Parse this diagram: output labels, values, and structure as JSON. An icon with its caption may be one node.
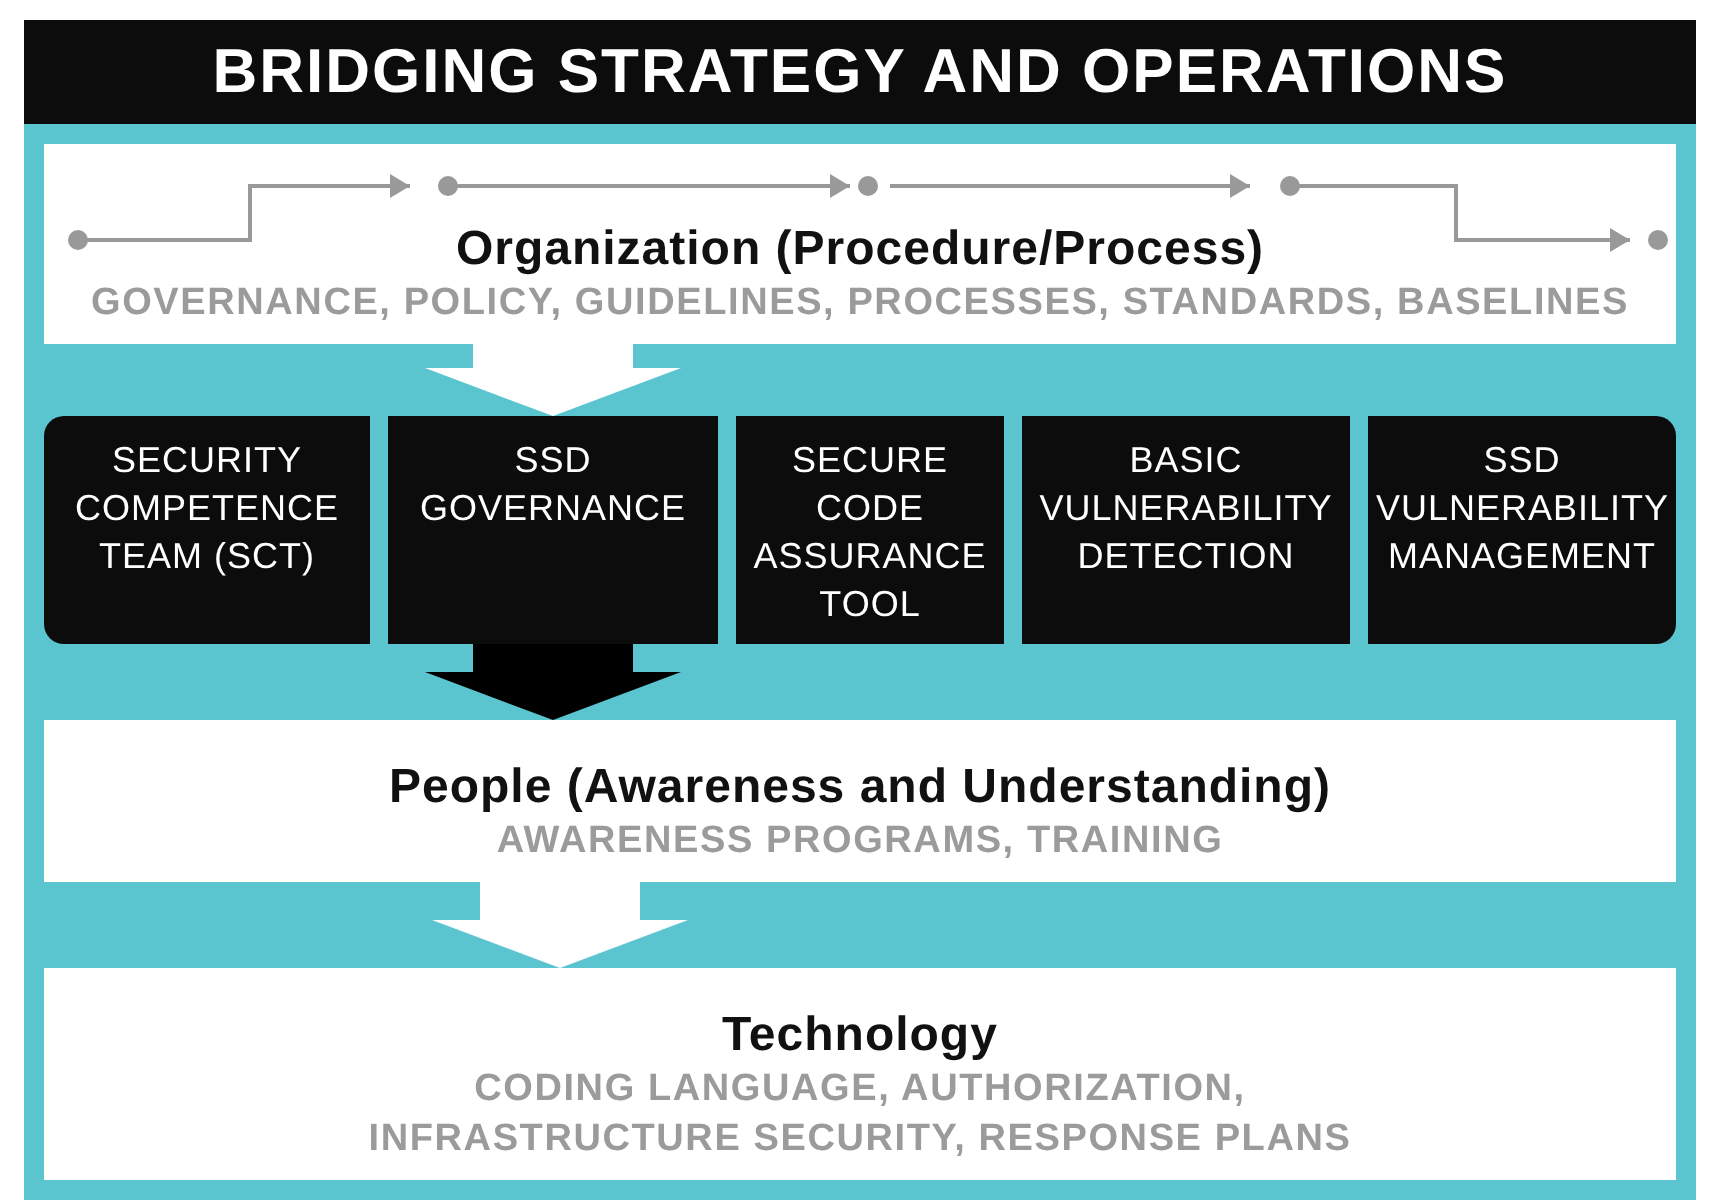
{
  "diagram": {
    "title": "BRIDGING STRATEGY AND OPERATIONS",
    "nodes": [
      {
        "text": [
          "Organization (Procedure/Process)",
          "GOVERNANCE, POLICY, GUIDELINES, PROCESSES, STANDARDS, BASELINES"
        ]
      },
      {
        "text": [
          "SECURITY COMPETENCE TEAM (SCT)"
        ]
      },
      {
        "text": [
          "SSD GOVERNANCE"
        ]
      },
      {
        "text": [
          "SECURE CODE ASSURANCE TOOL"
        ]
      },
      {
        "text": [
          "BASIC VULNERABILITY DETECTION"
        ]
      },
      {
        "text": [
          "SSD VULNERABILITY MANAGEMENT"
        ]
      },
      {
        "text": [
          "People (Awareness and Understanding)",
          "AWARENESS PROGRAMS, TRAINING"
        ]
      },
      {
        "text": [
          "Technology",
          "CODING LANGUAGE, AUTHORIZATION, INFRASTRUCTURE SECURITY, RESPONSE PLANS"
        ]
      }
    ],
    "edges": [
      {
        "from": 0,
        "to": 2,
        "arrow": "to"
      },
      {
        "from": 2,
        "to": 6,
        "arrow": "to",
        "color": "#000000"
      },
      {
        "from": 6,
        "to": 7,
        "arrow": "to"
      }
    ]
  }
}
